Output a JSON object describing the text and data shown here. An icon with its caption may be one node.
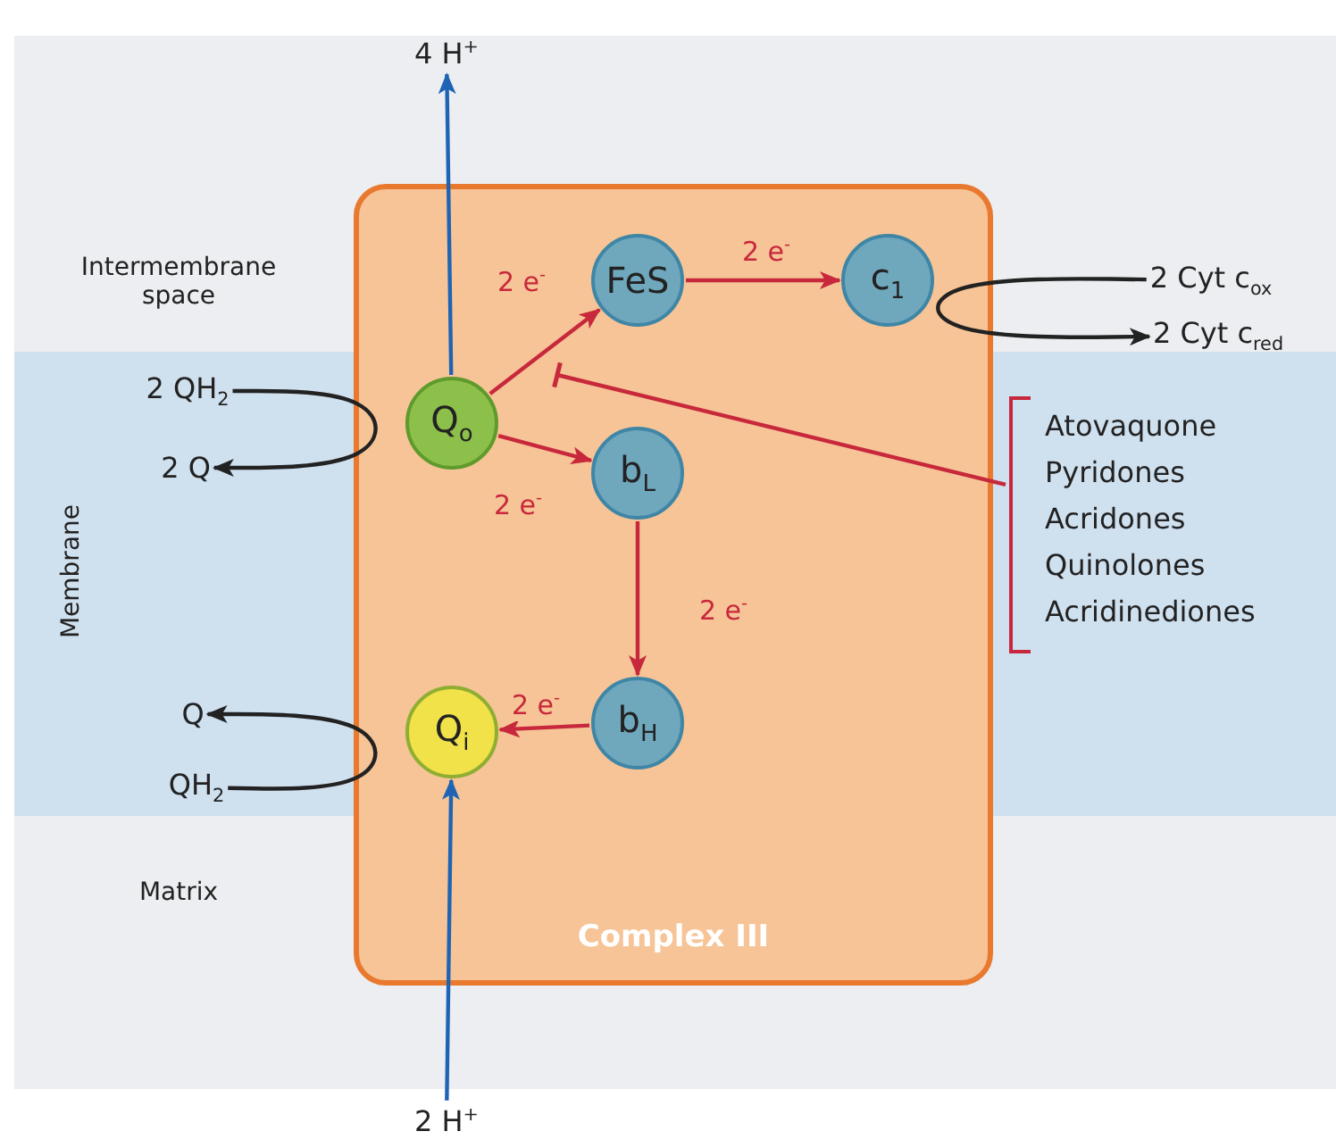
{
  "diagram": {
    "nodes": [
      {
        "text": [
          "Complex III"
        ]
      },
      {
        "text": [
          "Q$_{o}$"
        ],
        "in": 0
      },
      {
        "text": [
          "FeS"
        ],
        "in": 0
      },
      {
        "text": [
          "c$_{1}$"
        ],
        "in": 0
      },
      {
        "text": [
          "b$_{L}$"
        ],
        "in": 0
      },
      {
        "text": [
          "b$_{H}$"
        ],
        "in": 0
      },
      {
        "text": [
          "Q$_{i}$"
        ],
        "in": 0
      },
      {
        "text": [
          "4 H$^{+}$"
        ]
      },
      {
        "text": [
          "2 H$^{+}$"
        ]
      },
      {
        "text": [
          "2 QH$_{2}$"
        ]
      },
      {
        "text": [
          "2 Q"
        ]
      },
      {
        "text": [
          "Q"
        ]
      },
      {
        "text": [
          "QH$_{2}$"
        ]
      },
      {
        "text": [
          "2 Cyt c$_{ox}$"
        ]
      },
      {
        "text": [
          "2 Cyt c$_{red}$"
        ]
      },
      {
        "text": [
          "Atovaquone",
          "Pyridones",
          "Acridones",
          "Quinolones",
          "Acridinediones"
        ]
      }
    ],
    "edges": [
      {
        "from": 1,
        "to": 7,
        "arrow": "to",
        "color": "#1f64b4"
      },
      {
        "from": 8,
        "to": 6,
        "arrow": "to",
        "color": "#1f64b4"
      },
      {
        "from": 9,
        "to": 10,
        "arrow": "to",
        "color": "#222222"
      },
      {
        "from": 12,
        "to": 11,
        "arrow": "to",
        "color": "#222222"
      },
      {
        "from": 13,
        "to": 14,
        "arrow": "to",
        "color": "#222222"
      },
      {
        "from": 1,
        "to": 2,
        "arrow": "to",
        "label": "2 e$^{-}$"
      },
      {
        "from": 2,
        "to": 3,
        "arrow": "to",
        "label": "2 e$^{-}$"
      },
      {
        "from": 1,
        "to": 4,
        "arrow": "to",
        "label": "2 e$^{-}$"
      },
      {
        "from": 4,
        "to": 5,
        "arrow": "to",
        "label": "2 e$^{-}$"
      },
      {
        "from": 5,
        "to": 6,
        "arrow": "to",
        "label": "2 e$^{-}$"
      },
      {
        "from": 15,
        "to": null,
        "arrow": "other"
      }
    ],
    "labels": [
      "Intermembrane space",
      "Membrane",
      "Matrix"
    ]
  }
}
